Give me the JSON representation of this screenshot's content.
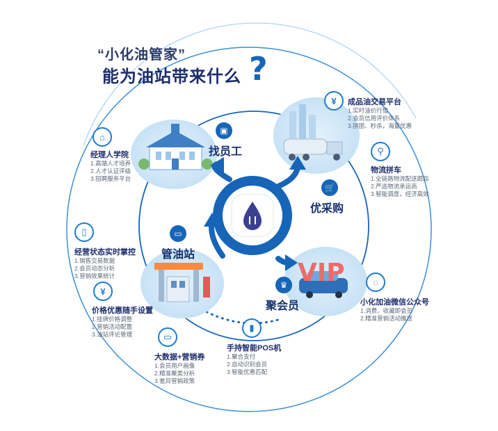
{
  "title": {
    "line1": "“小化油管家”",
    "line2": "能为油站带来什么",
    "qmark": "?"
  },
  "nodes": {
    "zhaoyuangong": "找员工",
    "youcaigou": "优采购",
    "juhuiyuan": "聚会员",
    "guanyouzhan": "管油站"
  },
  "features": [
    {
      "id": "jingliren",
      "title": "经理人学院",
      "items": [
        "1.高端人才培养",
        "2.人才认证评级",
        "3.招聘服务平台"
      ]
    },
    {
      "id": "chengpinyou",
      "title": "成品油交易平台",
      "items": [
        "1.实时油价行情",
        "2.会员信用评价体系",
        "3.拼团、秒杀，海量优惠"
      ]
    },
    {
      "id": "wuliu",
      "title": "物流拼车",
      "items": [
        "1.全链路物流配送跟踪",
        "2.严选物流承运商",
        "3.智能调度，经济高效"
      ]
    },
    {
      "id": "jingying",
      "title": "经营状态实时掌控",
      "items": [
        "1.销售交易数据",
        "2.会员动态分析",
        "3.营销效果统计"
      ]
    },
    {
      "id": "jiage",
      "title": "价格优惠随手设置",
      "items": [
        "1.挂牌价格调整",
        "2.营销活动配置",
        "3.油站评论管理"
      ]
    },
    {
      "id": "weixin",
      "title": "小化加油微信公众号",
      "items": [
        "1.消费、收藏即会员",
        "2.精准营销活动推送"
      ]
    },
    {
      "id": "dashuju",
      "title": "大数据+营销券",
      "items": [
        "1.会员用户画像",
        "2.精准聚类分析",
        "3.差异营销政策"
      ]
    },
    {
      "id": "pos",
      "title": "手持智能POS机",
      "items": [
        "1.聚合支付",
        "2.自动识别会员",
        "3.智能优惠匹配"
      ]
    }
  ],
  "misc": {
    "vip_text": "VIP",
    "colors": {
      "primary": "#1665b8",
      "navy": "#1d2c6b",
      "light_blue": "#cfe6f7",
      "ring": "#2f8ad6"
    }
  }
}
